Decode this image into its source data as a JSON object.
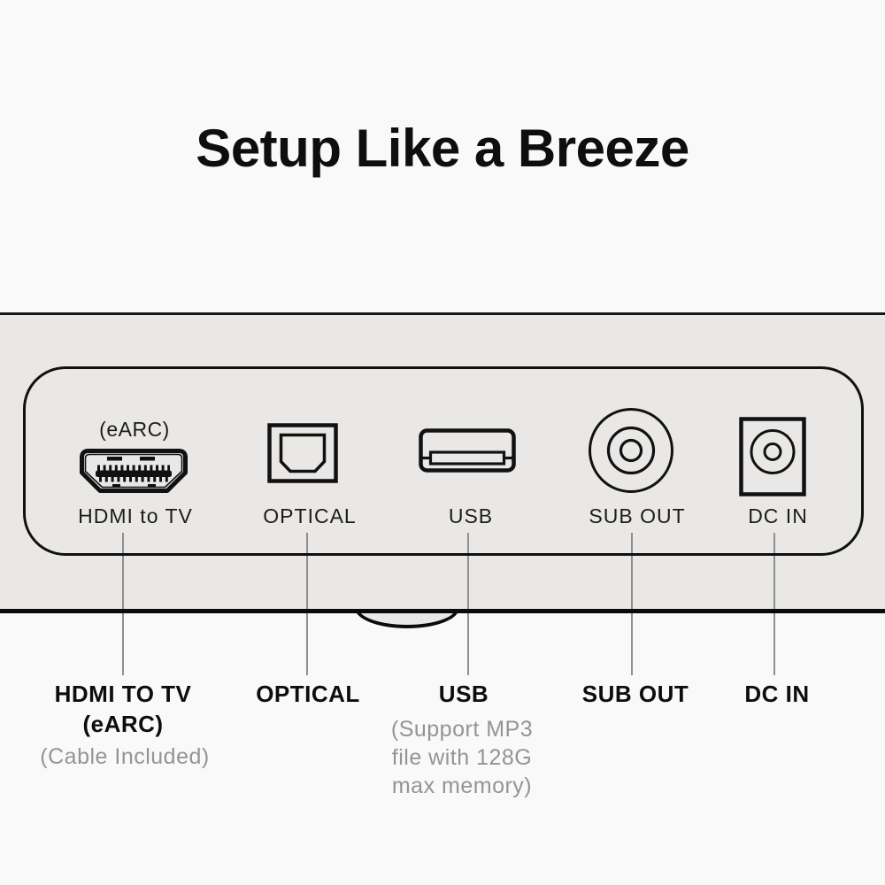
{
  "title": "Setup Like a Breeze",
  "colors": {
    "page_bg": "#f9f9f9",
    "device_bg": "#e9e8e6",
    "outline": "#111111",
    "muted_text": "#949494",
    "leader_line": "#8f8f8f"
  },
  "ports": {
    "hdmi": {
      "top_note": "(eARC)",
      "panel_label": "HDMI to TV",
      "callout_label": "HDMI TO TV",
      "callout_label_line2": "(eARC)",
      "callout_note": "(Cable Included)"
    },
    "optical": {
      "panel_label": "OPTICAL",
      "callout_label": "OPTICAL"
    },
    "usb": {
      "panel_label": "USB",
      "callout_label": "USB",
      "callout_note_lines": [
        "(Support MP3",
        "file with 128G",
        "max memory)"
      ]
    },
    "sub_out": {
      "panel_label": "SUB OUT",
      "callout_label": "SUB OUT"
    },
    "dc_in": {
      "panel_label": "DC IN",
      "callout_label": "DC IN"
    }
  }
}
